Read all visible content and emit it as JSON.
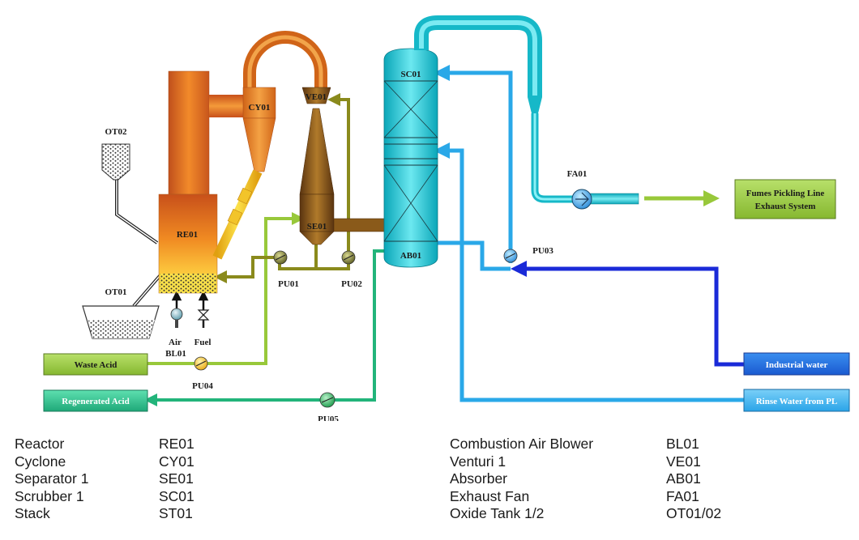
{
  "equipment": {
    "re01": "RE01",
    "cy01": "CY01",
    "ve01": "VE01",
    "se01": "SE01",
    "sc01": "SC01",
    "ab01": "AB01",
    "fa01": "FA01",
    "ot01": "OT01",
    "ot02": "OT02",
    "pu01": "PU01",
    "pu02": "PU02",
    "pu03": "PU03",
    "pu04": "PU04",
    "pu05": "PU05",
    "bl01": "BL01",
    "air": "Air",
    "fuel": "Fuel"
  },
  "streams": {
    "waste_acid": "Waste Acid",
    "regenerated_acid": "Regenerated Acid",
    "industrial_water": "Industrial water",
    "rinse_water": "Rinse Water from PL",
    "fumes_line1": "Fumes Pickling Line",
    "fumes_line2": "Exhaust System"
  },
  "legend": {
    "left": [
      {
        "name": "Reactor",
        "code": "RE01"
      },
      {
        "name": "Cyclone",
        "code": "CY01"
      },
      {
        "name": "Separator 1",
        "code": "SE01"
      },
      {
        "name": "Scrubber 1",
        "code": "SC01"
      },
      {
        "name": "Stack",
        "code": "ST01"
      }
    ],
    "right": [
      {
        "name": "Combustion Air Blower",
        "code": "BL01"
      },
      {
        "name": "Venturi 1",
        "code": "VE01"
      },
      {
        "name": "Absorber",
        "code": "AB01"
      },
      {
        "name": "Exhaust Fan",
        "code": "FA01"
      },
      {
        "name": "Oxide Tank 1/2",
        "code": "OT01/02"
      }
    ]
  },
  "colors": {
    "reactor_top": "#d86418",
    "reactor_bottom": "#fde24a",
    "separator": "#7a4a14",
    "column": "#22c8d8",
    "olive_line": "#8a8a1c",
    "lime_line": "#98c83a",
    "blue_line": "#2aa8e8",
    "dark_blue_line": "#1a2ad8",
    "teal_line": "#22b47a"
  }
}
